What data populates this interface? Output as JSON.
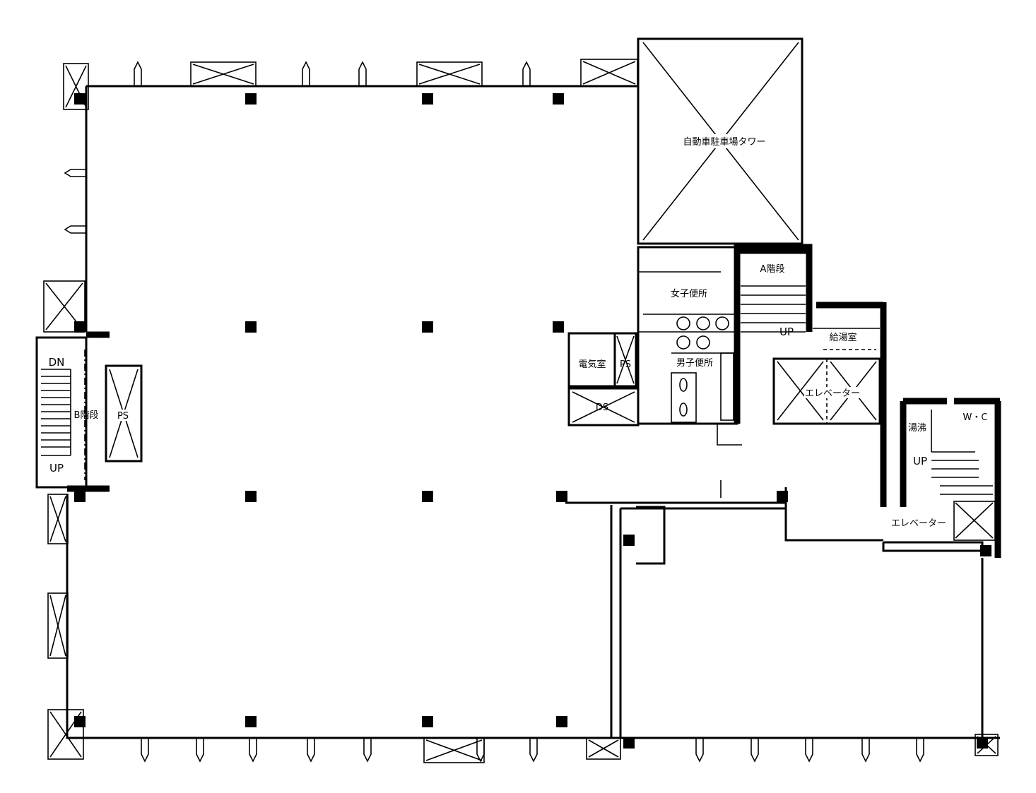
{
  "plan": {
    "rooms": {
      "parking_tower": "自動車駐車場タワー",
      "stair_a": "A階段",
      "womens_toilet": "女子便所",
      "mens_toilet": "男子便所",
      "kitchenette": "給湯室",
      "elevator_main": "エレベーター",
      "electric_room": "電気室",
      "ps_core": "PS",
      "ds": "DS",
      "stair_b": "B階段",
      "ps_left": "PS",
      "wc": "W・C",
      "yuwakashi": "湯沸",
      "elevator_small": "エレベーター"
    },
    "stair_marks": {
      "stair_b_dn": "DN",
      "stair_b_up": "UP",
      "stair_a_up": "UP",
      "stair_c_up": "UP"
    }
  }
}
